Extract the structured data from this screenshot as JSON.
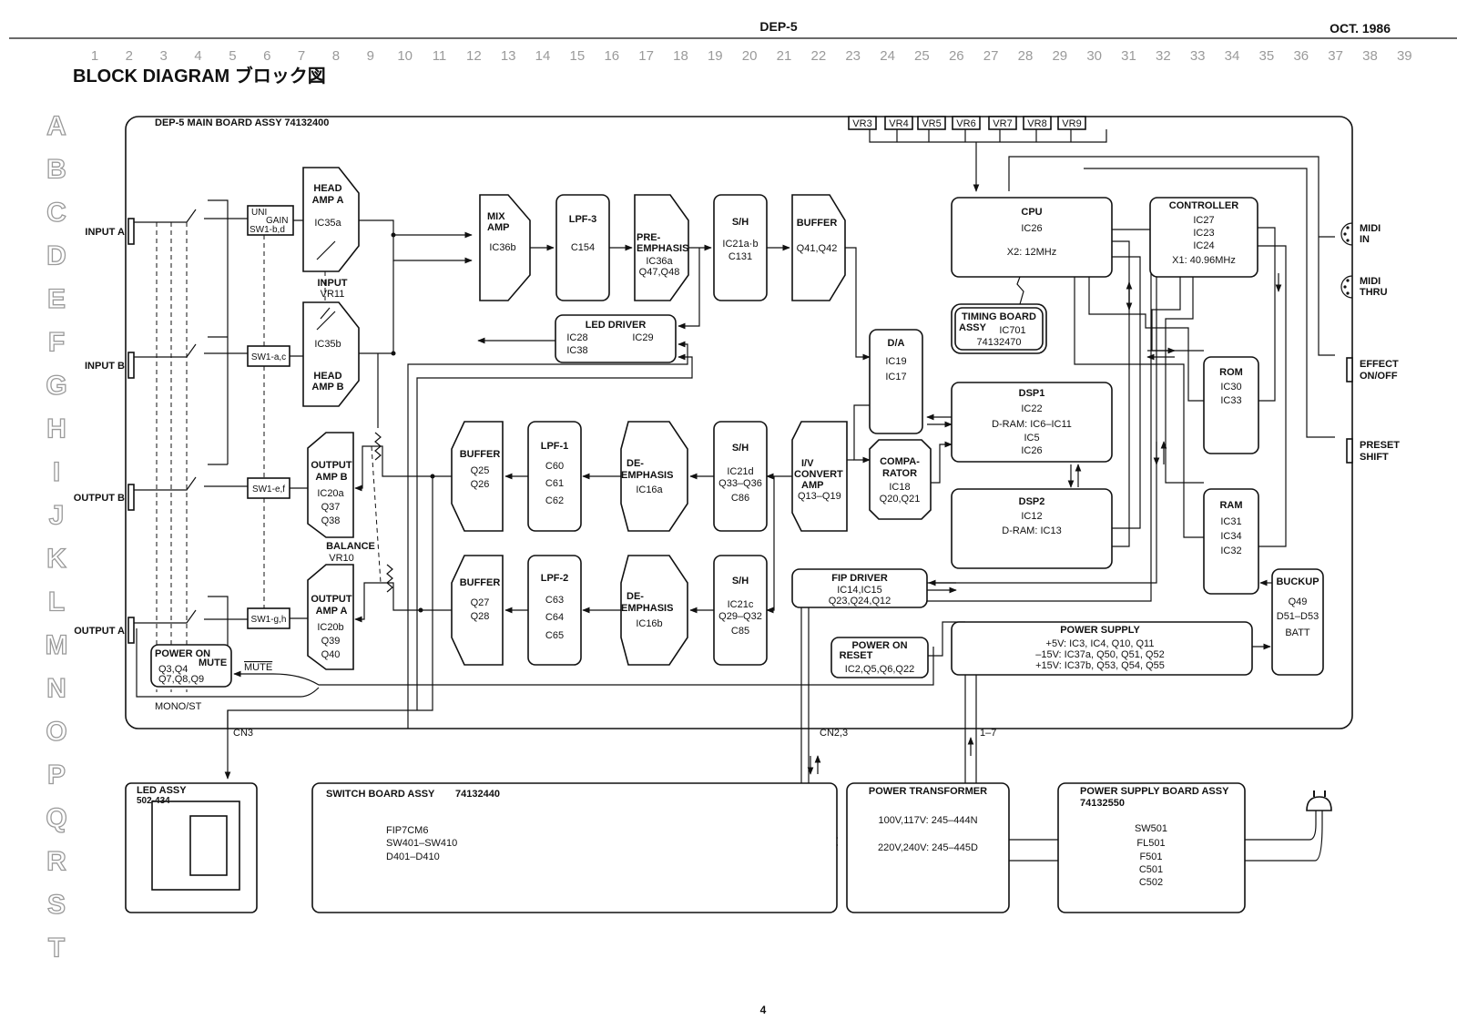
{
  "header": {
    "model": "DEP-5",
    "date": "OCT. 1986",
    "title": "BLOCK DIAGRAM ブロック図",
    "page_number": "4",
    "column_numbers": [
      "1",
      "2",
      "3",
      "4",
      "5",
      "6",
      "7",
      "8",
      "9",
      "10",
      "11",
      "12",
      "13",
      "14",
      "15",
      "16",
      "17",
      "18",
      "19",
      "20",
      "21",
      "22",
      "23",
      "24",
      "25",
      "26",
      "27",
      "28",
      "29",
      "30",
      "31",
      "32",
      "33",
      "34",
      "35",
      "36",
      "37",
      "38",
      "39"
    ],
    "row_letters": [
      "A",
      "B",
      "C",
      "D",
      "E",
      "F",
      "G",
      "H",
      "I",
      "J",
      "K",
      "L",
      "M",
      "N",
      "O",
      "P",
      "Q",
      "R",
      "S",
      "T"
    ]
  },
  "main_board": {
    "label": "DEP-5 MAIN BOARD ASSY 74132400"
  },
  "vr_controls": [
    "VR3",
    "VR4",
    "VR5",
    "VR6",
    "VR7",
    "VR8",
    "VR9"
  ],
  "jacks": {
    "input_a": "INPUT A",
    "input_b": "INPUT B",
    "output_b": "OUTPUT B",
    "output_a": "OUTPUT A",
    "midi_in": [
      "MIDI",
      "IN"
    ],
    "midi_thru": [
      "MIDI",
      "THRU"
    ],
    "effect": [
      "EFFECT",
      "ON/OFF"
    ],
    "preset": [
      "PRESET",
      "SHIFT"
    ]
  },
  "switches": {
    "uni_gain": [
      "UNI",
      "GAIN",
      "SW1-b,d"
    ],
    "sw1_ac": "SW1-a,c",
    "sw1_ef": "SW1-e,f",
    "sw1_gh": "SW1-g,h"
  },
  "blocks": {
    "head_amp_a": [
      "HEAD",
      "AMP A",
      "IC35a"
    ],
    "head_amp_b": [
      "IC35b",
      "HEAD",
      "AMP B"
    ],
    "input_vr": [
      "INPUT",
      "VR11"
    ],
    "mix_amp": [
      "MIX",
      "AMP",
      "IC36b"
    ],
    "lpf3": [
      "LPF-3",
      "C154"
    ],
    "pre_emphasis": [
      "PRE-",
      "EMPHASIS",
      "IC36a",
      "Q47,Q48"
    ],
    "sh_top": [
      "S/H",
      "IC21a·b",
      "C131"
    ],
    "buffer_top": [
      "BUFFER",
      "Q41,Q42"
    ],
    "led_driver": [
      "LED DRIVER",
      "IC28",
      "IC29",
      "IC38"
    ],
    "da": [
      "D/A",
      "IC19",
      "IC17"
    ],
    "cpu": [
      "CPU",
      "IC26",
      "X2: 12MHz"
    ],
    "controller": [
      "CONTROLLER",
      "IC27",
      "IC23",
      "IC24",
      "X1: 40.96MHz"
    ],
    "timing": [
      "TIMING BOARD",
      "ASSY",
      "IC701",
      "74132470"
    ],
    "dsp1": [
      "DSP1",
      "IC22",
      "D-RAM: IC6–IC11",
      "IC5",
      "IC26"
    ],
    "dsp2": [
      "DSP2",
      "IC12",
      "D-RAM: IC13"
    ],
    "rom": [
      "ROM",
      "IC30",
      "IC33"
    ],
    "ram": [
      "RAM",
      "IC31",
      "IC34",
      "IC32"
    ],
    "comparator": [
      "COMPA-",
      "RATOR",
      "IC18",
      "Q20,Q21"
    ],
    "iv_convert": [
      "I/V",
      "CONVERT",
      "AMP",
      "Q13–Q19"
    ],
    "sh_c": [
      "S/H",
      "IC21d",
      "Q33–Q36",
      "C86"
    ],
    "sh_d": [
      "S/H",
      "IC21c",
      "Q29–Q32",
      "C85"
    ],
    "deemph_a": [
      "DE-",
      "EMPHASIS",
      "IC16a"
    ],
    "deemph_b": [
      "DE-",
      "EMPHASIS",
      "IC16b"
    ],
    "lpf1": [
      "LPF-1",
      "C60",
      "C61",
      "C62"
    ],
    "lpf2": [
      "LPF-2",
      "C63",
      "C64",
      "C65"
    ],
    "buffer_1": [
      "BUFFER",
      "Q25",
      "Q26"
    ],
    "buffer_2": [
      "BUFFER",
      "Q27",
      "Q28"
    ],
    "out_amp_b": [
      "OUTPUT",
      "AMP B",
      "IC20a",
      "Q37",
      "Q38"
    ],
    "out_amp_a": [
      "OUTPUT",
      "AMP A",
      "IC20b",
      "Q39",
      "Q40"
    ],
    "balance": [
      "BALANCE",
      "VR10"
    ],
    "power_on_mute": [
      "POWER ON",
      "MUTE",
      "Q3,Q4",
      "Q7,Q8,Q9"
    ],
    "mute_label": "MUTE",
    "mono_st": "MONO/ST",
    "fip_driver": [
      "FIP DRIVER",
      "IC14,IC15",
      "Q23,Q24,Q12"
    ],
    "power_on_reset": [
      "POWER ON",
      "RESET",
      "IC2,Q5,Q6,Q22"
    ],
    "power_supply": [
      "POWER SUPPLY",
      "+5V: IC3, IC4, Q10, Q11",
      "–15V: IC37a, Q50, Q51, Q52",
      "+15V: IC37b, Q53, Q54, Q55"
    ],
    "backup": [
      "BUCKUP",
      "Q49",
      "D51–D53",
      "BATT"
    ]
  },
  "connectors": {
    "cn3": "CN3",
    "cn23": "CN2,3",
    "c17": "1–7"
  },
  "boards": {
    "led_assy": [
      "LED ASSY",
      "502-434"
    ],
    "switch_board": [
      "SWITCH BOARD ASSY",
      "74132440",
      "FIP7CM6",
      "SW401–SW410",
      "D401–D410"
    ],
    "power_transformer": [
      "POWER TRANSFORMER",
      "100V,117V: 245–444N",
      "220V,240V: 245–445D"
    ],
    "psu_board": [
      "POWER SUPPLY  BOARD ASSY",
      "74132550",
      "SW501",
      "FL501",
      "F501",
      "C501",
      "C502"
    ]
  }
}
